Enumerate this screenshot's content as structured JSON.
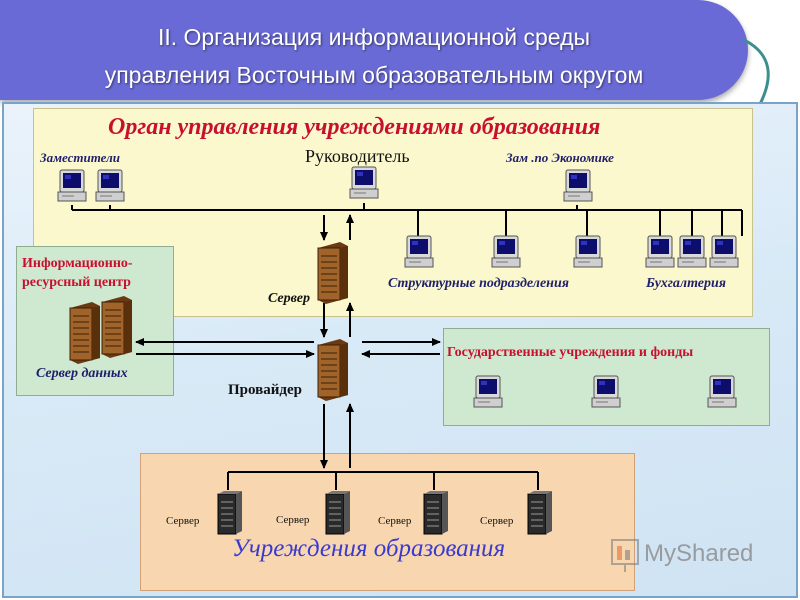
{
  "title": {
    "line1": "II. Организация информационной среды",
    "line2": "управления Восточным образовательным округом"
  },
  "management": {
    "title": "Орган управления учреждениями образования",
    "deputies": "Заместители",
    "head": "Руководитель",
    "deputy_econ": "Зам .по Экономике",
    "structural": "Структурные подразделения",
    "accounting": "Бухгалтерия"
  },
  "server_label": "Сервер",
  "irc": {
    "title_line1": "Информационно-",
    "title_line2": "ресурсный центр",
    "data_server": "Сервер данных"
  },
  "provider": "Провайдер",
  "gov": {
    "title": "Государственные учреждения и фонды"
  },
  "edu": {
    "title": "Учреждения образования",
    "servers": [
      "Сервер",
      "Сервер",
      "Сервер",
      "Сервер"
    ]
  },
  "watermark": "MyShared",
  "icons": {
    "computer": "computer-icon",
    "server": "server-icon"
  },
  "colors": {
    "banner": "#6a6ad6",
    "management_bg": "#fbf8cd",
    "green_bg": "#cfe9d1",
    "edu_bg": "#f8d7b0",
    "title_red": "#c8102e",
    "edu_title": "#3a3ad0"
  }
}
